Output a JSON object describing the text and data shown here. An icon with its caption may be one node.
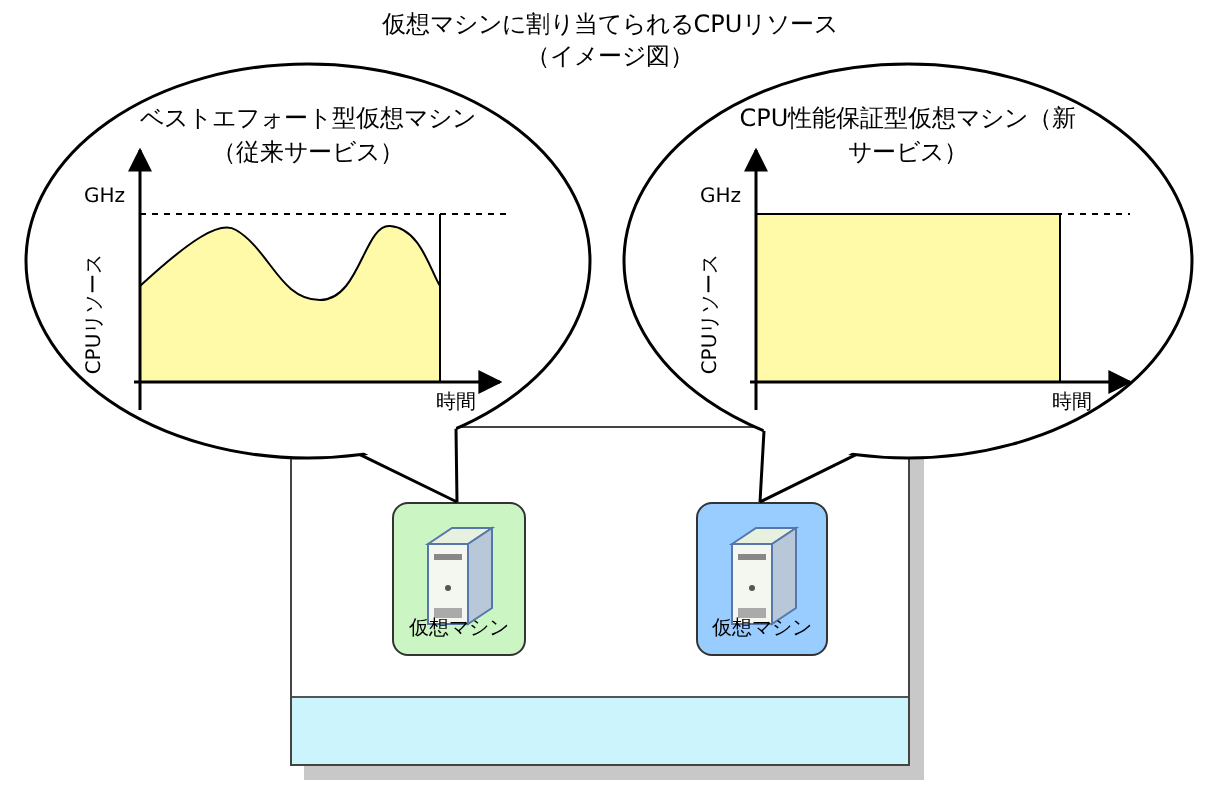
{
  "diagram": {
    "title": "仮想マシンに割り当てられるCPUリソース（イメージ図）",
    "nodes": [
      {
        "text": [],
        "shape": "box"
      },
      {
        "text": [
          "仮想マシン"
        ],
        "in": 0
      },
      {
        "text": [
          "仮想マシン"
        ],
        "in": 0
      },
      {
        "text": [
          "ベストエフォート型仮想マシン（従来サービス）"
        ]
      },
      {
        "text": [
          "CPU性能保証型仮想マシン（新サービス）"
        ]
      }
    ],
    "edges": [
      {
        "from": 3,
        "to": 1,
        "arrow": "none"
      },
      {
        "from": 4,
        "to": 2,
        "arrow": "none"
      }
    ],
    "labels": [
      "GHz",
      "CPUリソース",
      "時間",
      "GHz",
      "CPUリソース",
      "時間"
    ]
  }
}
